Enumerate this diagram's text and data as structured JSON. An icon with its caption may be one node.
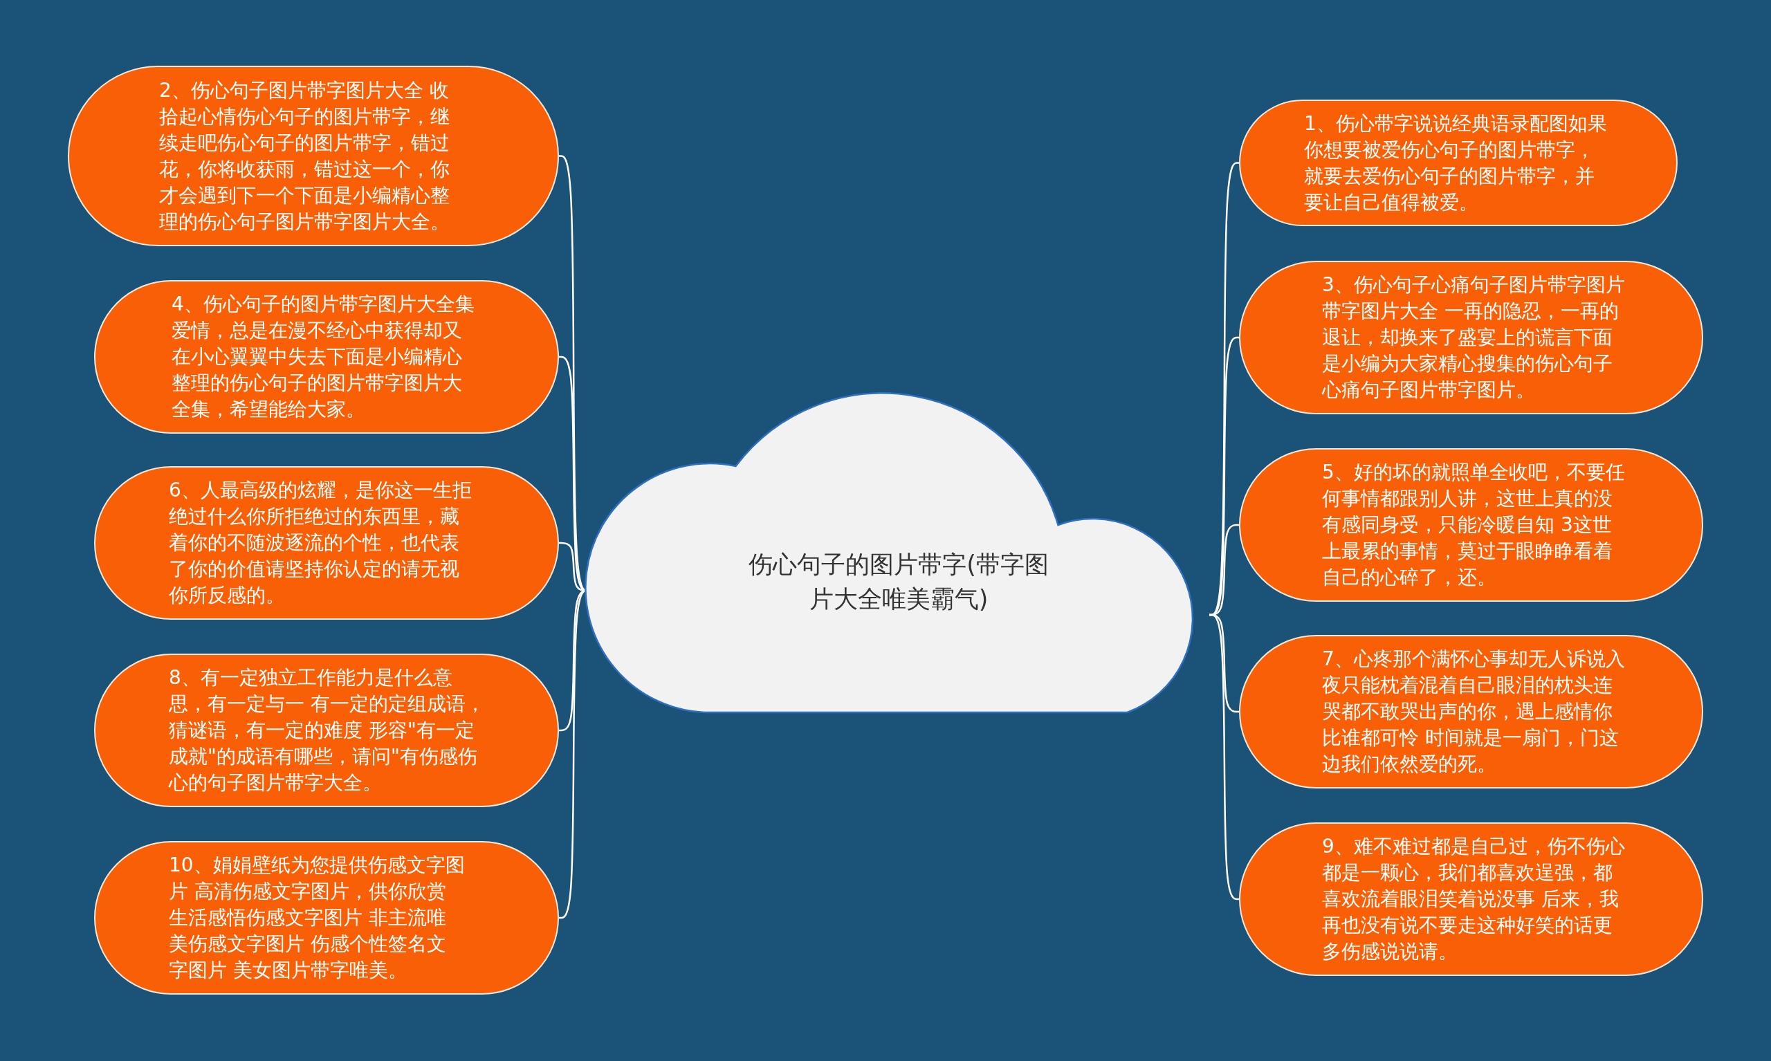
{
  "diagram": {
    "nodes": [
      {
        "text": [
          "伤心句子的图片带字(带字图片大全唯美霸气)"
        ]
      },
      {
        "text": [
          "1、伤心带字说说经典语录配图如果你想要被爱伤心句子的图片带字，就要去爱伤心句子的图片带字，并要让自己值得被爱。"
        ]
      },
      {
        "text": [
          "2、伤心句子图片带字图片大全 收拾起心情伤心句子的图片带字，继续走吧伤心句子的图片带字，错过花，你将收获雨，错过这一个，你才会遇到下一个下面是小编精心整理的伤心句子图片带字图片大全。"
        ]
      },
      {
        "text": [
          "3、伤心句子心痛句子图片带字图片带字图片大全 一再的隐忍，一再的退让，却换来了盛宴上的谎言下面是小编为大家精心搜集的伤心句子心痛句子图片带字图片。"
        ]
      },
      {
        "text": [
          "4、伤心句子的图片带字图片大全集爱情，总是在漫不经心中获得却又在小心翼翼中失去下面是小编精心整理的伤心句子的图片带字图片大全集，希望能给大家。"
        ]
      },
      {
        "text": [
          "5、好的坏的就照单全收吧，不要任何事情都跟别人讲，这世上真的没有感同身受，只能冷暖自知 3这世上最累的事情，莫过于眼睁睁看着自己的心碎了，还。"
        ]
      },
      {
        "text": [
          "6、人最高级的炫耀，是你这一生拒绝过什么你所拒绝过的东西里，藏着你的不随波逐流的个性，也代表了你的价值请坚持你认定的请无视你所反感的。"
        ]
      },
      {
        "text": [
          "7、心疼那个满怀心事却无人诉说入夜只能枕着混着自己眼泪的枕头连哭都不敢哭出声的你，遇上感情你比谁都可怜 时间就是一扇门，门这边我们依然爱的死。"
        ]
      },
      {
        "text": [
          "8、有一定独立工作能力是什么意思，有一定与一 有一定的定组成语，猜谜语，有一定的难度 形容\"有一定成就\"的成语有哪些，请问\"有伤感伤心的句子图片带字大全。"
        ]
      },
      {
        "text": [
          "9、难不难过都是自己过，伤不伤心都是一颗心，我们都喜欢逞强，都喜欢流着眼泪笑着说没事 后来，我再也没有说不要走这种好笑的话更多伤感说说请。"
        ]
      },
      {
        "text": [
          "10、娟娟壁纸为您提供伤感文字图片 高清伤感文字图片，供你欣赏生活感悟伤感文字图片 非主流唯美伤感文字图片 伤感个性签名文字图片 美女图片带字唯美。"
        ]
      }
    ],
    "edges": [
      {
        "from": 0,
        "to": 1,
        "arrow": "none"
      },
      {
        "from": 0,
        "to": 2,
        "arrow": "none"
      },
      {
        "from": 0,
        "to": 3,
        "arrow": "none"
      },
      {
        "from": 0,
        "to": 4,
        "arrow": "none"
      },
      {
        "from": 0,
        "to": 5,
        "arrow": "none"
      },
      {
        "from": 0,
        "to": 6,
        "arrow": "none"
      },
      {
        "from": 0,
        "to": 7,
        "arrow": "none"
      },
      {
        "from": 0,
        "to": 8,
        "arrow": "none"
      },
      {
        "from": 0,
        "to": 9,
        "arrow": "none"
      },
      {
        "from": 0,
        "to": 10,
        "arrow": "none"
      }
    ]
  }
}
